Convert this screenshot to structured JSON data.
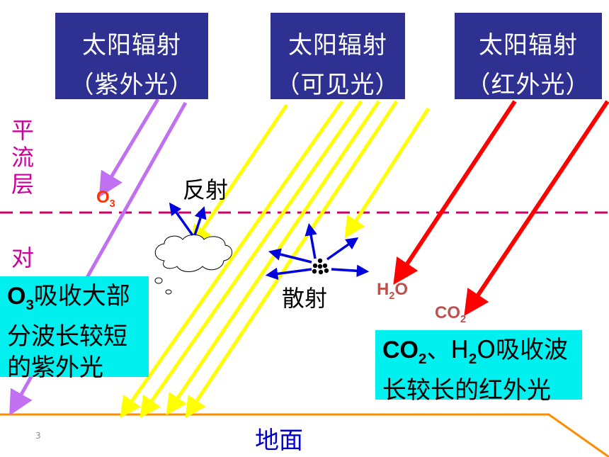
{
  "sources": [
    {
      "line1": "太阳辐射",
      "line2": "（紫外光）"
    },
    {
      "line1": "太阳辐射",
      "line2": "（可见光）"
    },
    {
      "line1": "太阳辐射",
      "line2": "（红外光）"
    }
  ],
  "layers": {
    "stratosphere": "平流层",
    "troposphere": "对"
  },
  "labels": {
    "reflection": "反射",
    "scattering": "散射",
    "ground": "地面",
    "page_number": "3"
  },
  "molecules": {
    "o3": {
      "base": "O",
      "sub": "3"
    },
    "h2o": {
      "a": "H",
      "sub": "2",
      "b": "O"
    },
    "co2": {
      "base": "CO",
      "sub": "2"
    }
  },
  "notes": {
    "ozone": {
      "line1_base": "O",
      "line1_sub": "3",
      "line1_rest": "吸收大部",
      "line2": "分波长较短",
      "line3": "的紫外光"
    },
    "greenhouse": {
      "line1_a": "CO",
      "line1_sub1": "2",
      "line1_b": "、H",
      "line1_sub2": "2",
      "line1_c": "O吸收波",
      "line2": "长较长的红外光"
    }
  },
  "colors": {
    "box_bg": "#2e3192",
    "uv_ray": "#c070f0",
    "visible_ray": "#ffff00",
    "ir_ray": "#ff0000",
    "scatter_arrow": "#0000dd",
    "tropopause_dash": "#cc0066",
    "ground_line": "#ff8c00",
    "note_bg": "#00f0f0"
  }
}
